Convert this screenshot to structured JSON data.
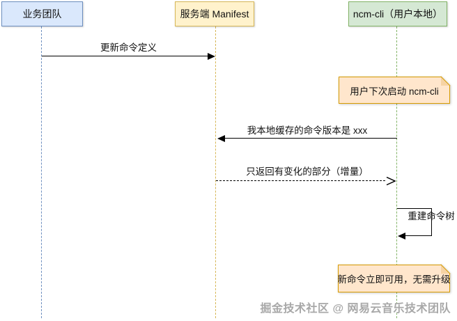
{
  "diagram": {
    "type": "sequence-diagram",
    "actors": [
      {
        "label": "业务团队",
        "fill": "#dae8fc",
        "border": "#6c8ebf"
      },
      {
        "label": "服务端 Manifest",
        "fill": "#fff2cc",
        "border": "#d6b656"
      },
      {
        "label": "ncm-cli（用户本地）",
        "fill": "#d5e8d4",
        "border": "#82b366"
      }
    ],
    "messages": [
      {
        "label": "更新命令定义",
        "style": "solid",
        "from": "业务团队",
        "to": "服务端 Manifest"
      },
      {
        "label": "我本地缓存的命令版本是 xxx",
        "style": "solid",
        "from": "ncm-cli（用户本地）",
        "to": "服务端 Manifest"
      },
      {
        "label": "只返回有变化的部分（增量）",
        "style": "dashed",
        "from": "服务端 Manifest",
        "to": "ncm-cli（用户本地）"
      },
      {
        "label": "重建命令树",
        "style": "self",
        "from": "ncm-cli（用户本地）",
        "to": "ncm-cli（用户本地）"
      }
    ],
    "notes": [
      {
        "label": "用户下次启动 ncm-cli",
        "fill": "#ffe6cc",
        "border": "#d79b00"
      },
      {
        "label": "新命令立即可用，无需升级",
        "fill": "#ffe6cc",
        "border": "#d79b00"
      }
    ],
    "watermark": "掘金技术社区 @ 网易云音乐技术团队"
  }
}
